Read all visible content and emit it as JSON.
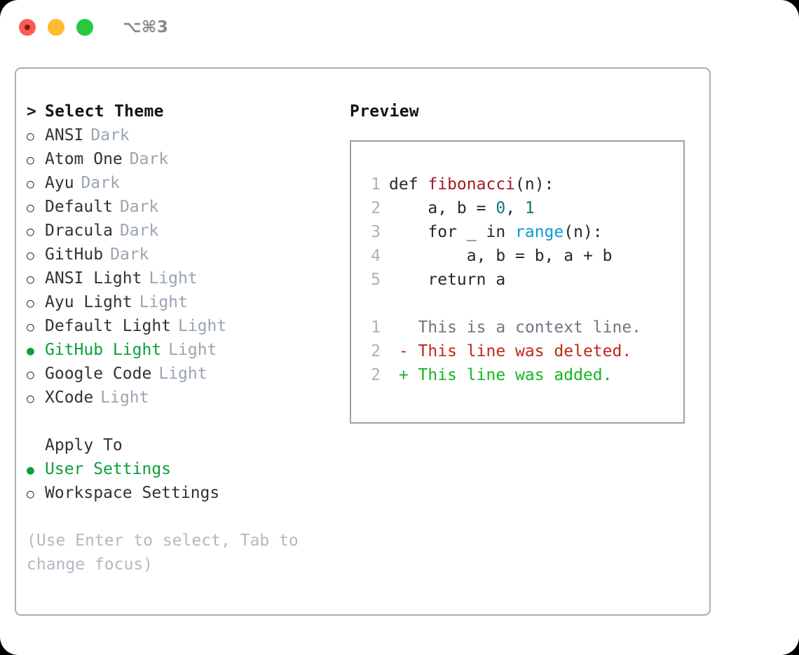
{
  "titlebar": {
    "shortcut": "⌥⌘3",
    "lights": [
      {
        "name": "close",
        "color": "#fb5c52"
      },
      {
        "name": "minimize",
        "color": "#fdbc2e"
      },
      {
        "name": "maximize",
        "color": "#28c93f"
      }
    ]
  },
  "theme_section": {
    "header_prefix": ">",
    "header": "Select Theme",
    "items": [
      {
        "marker": "○",
        "label": "ANSI",
        "tag": "Dark",
        "selected": false
      },
      {
        "marker": "○",
        "label": "Atom One",
        "tag": "Dark",
        "selected": false
      },
      {
        "marker": "○",
        "label": "Ayu",
        "tag": "Dark",
        "selected": false
      },
      {
        "marker": "○",
        "label": "Default",
        "tag": "Dark",
        "selected": false
      },
      {
        "marker": "○",
        "label": "Dracula",
        "tag": "Dark",
        "selected": false
      },
      {
        "marker": "○",
        "label": "GitHub",
        "tag": "Dark",
        "selected": false
      },
      {
        "marker": "○",
        "label": "ANSI Light",
        "tag": "Light",
        "selected": false
      },
      {
        "marker": "○",
        "label": "Ayu Light",
        "tag": "Light",
        "selected": false
      },
      {
        "marker": "○",
        "label": "Default Light",
        "tag": "Light",
        "selected": false
      },
      {
        "marker": "●",
        "label": "GitHub Light",
        "tag": "Light",
        "selected": true
      },
      {
        "marker": "○",
        "label": "Google Code",
        "tag": "Light",
        "selected": false
      },
      {
        "marker": "○",
        "label": "XCode",
        "tag": "Light",
        "selected": false
      }
    ]
  },
  "apply_section": {
    "header": "Apply To",
    "items": [
      {
        "marker": "●",
        "label": "User Settings",
        "selected": true
      },
      {
        "marker": "○",
        "label": "Workspace Settings",
        "selected": false
      }
    ]
  },
  "hint": "(Use Enter to select, Tab to change focus)",
  "preview": {
    "title": "Preview",
    "code_lines": [
      {
        "lineno": "1",
        "tokens": [
          {
            "text": "def ",
            "type": "plain"
          },
          {
            "text": "fibonacci",
            "type": "fn"
          },
          {
            "text": "(n):",
            "type": "plain"
          }
        ]
      },
      {
        "lineno": "2",
        "tokens": [
          {
            "text": "    a, b = ",
            "type": "plain"
          },
          {
            "text": "0",
            "type": "num"
          },
          {
            "text": ", ",
            "type": "plain"
          },
          {
            "text": "1",
            "type": "num"
          }
        ]
      },
      {
        "lineno": "3",
        "tokens": [
          {
            "text": "    for _ in ",
            "type": "plain"
          },
          {
            "text": "range",
            "type": "builtin"
          },
          {
            "text": "(n):",
            "type": "plain"
          }
        ]
      },
      {
        "lineno": "4",
        "tokens": [
          {
            "text": "        a, b = b, a + b",
            "type": "plain"
          }
        ]
      },
      {
        "lineno": "5",
        "tokens": [
          {
            "text": "    return a",
            "type": "plain"
          }
        ]
      }
    ],
    "diff_lines": [
      {
        "lineno": "1",
        "tokens": [
          {
            "text": "   This is a context line.",
            "type": "context"
          }
        ]
      },
      {
        "lineno": "2",
        "tokens": [
          {
            "text": " - This line was deleted.",
            "type": "del"
          }
        ]
      },
      {
        "lineno": "2",
        "tokens": [
          {
            "text": " + This line was added.",
            "type": "add"
          }
        ]
      }
    ]
  },
  "colors": {
    "accent_green": "#0aa03c",
    "tag_gray": "#9aa5b1",
    "hint_gray": "#b2b9c2",
    "frame_border": "#a6aebc",
    "preview_border": "#97a1b0",
    "fn_red": "#9e1c22",
    "num_teal": "#0b7a77",
    "builtin_blue": "#0b9ad6",
    "diff_del": "#c0271c",
    "diff_add": "#13b521",
    "lineno": "#a9b2bd"
  }
}
